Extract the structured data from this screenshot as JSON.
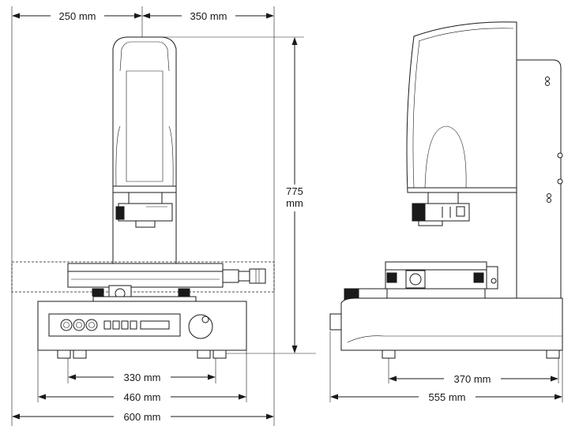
{
  "dimensions": {
    "front_left_offset": "250 mm",
    "front_right_offset": "350 mm",
    "height_line1": "775",
    "height_line2": "mm",
    "feet_spacing_front": "330 mm",
    "base_width_front": "460 mm",
    "total_width_front": "600 mm",
    "feet_spacing_side": "370 mm",
    "total_depth_side": "555 mm"
  },
  "colors": {
    "line": "#1a1a1a",
    "background": "#ffffff"
  }
}
